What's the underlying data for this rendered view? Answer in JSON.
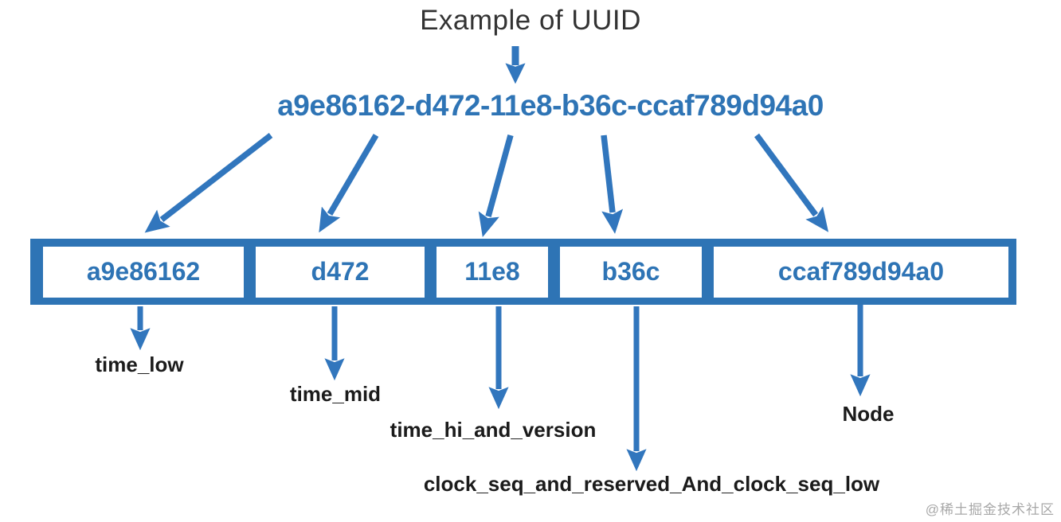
{
  "title": "Example of UUID",
  "uuid": {
    "value": "a9e86162-d472-11e8-b36c-ccaf789d94a0"
  },
  "segments": [
    {
      "value": "a9e86162",
      "label": "time_low"
    },
    {
      "value": "d472",
      "label": "time_mid"
    },
    {
      "value": "11e8",
      "label": "time_hi_and_version"
    },
    {
      "value": "b36c",
      "label": "clock_seq_and_reserved_And_clock_seq_low"
    },
    {
      "value": "ccaf789d94a0",
      "label": "Node"
    }
  ],
  "watermark": "@稀土掘金技术社区",
  "colors": {
    "box_blue": "#2E74B5",
    "arrow_blue": "#3176BD",
    "uuid_text_blue": "#2E74B5",
    "label_black": "#1B1B1B",
    "title_black": "#333333",
    "watermark_gray": "#A8A8A8",
    "background": "#FFFFFF"
  }
}
